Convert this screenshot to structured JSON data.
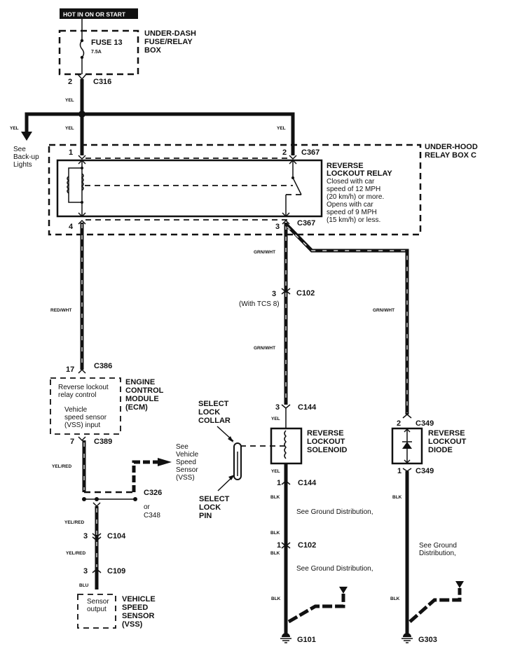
{
  "header": {
    "power_label": "HOT IN ON OR START"
  },
  "components": {
    "fuse_box": {
      "name_lines": [
        "UNDER-DASH",
        "FUSE/RELAY",
        "BOX"
      ],
      "fuse_name": "FUSE 13",
      "fuse_rating": "7.5A"
    },
    "relay_box": {
      "name_lines": [
        "UNDER-HOOD",
        "RELAY BOX C"
      ]
    },
    "relay": {
      "name_lines": [
        "REVERSE",
        "LOCKOUT RELAY"
      ],
      "description_lines": [
        "Closed with car",
        "speed of 12 MPH",
        "(20 km/h) or more.",
        "Opens with car",
        "speed of 9 MPH",
        "(15 km/h) or less."
      ]
    },
    "ecm": {
      "name_lines": [
        "ENGINE",
        "CONTROL",
        "MODULE",
        "(ECM)"
      ],
      "inner_lines_1": [
        "Reverse lockout",
        "relay control"
      ],
      "inner_lines_2": [
        "Vehicle",
        "speed sensor",
        "(VSS) input"
      ]
    },
    "solenoid": {
      "name_lines": [
        "REVERSE",
        "LOCKOUT",
        "SOLENOID"
      ]
    },
    "diode": {
      "name_lines": [
        "REVERSE",
        "LOCKOUT",
        "DIODE"
      ]
    },
    "vss": {
      "name_lines": [
        "VEHICLE",
        "SPEED",
        "SENSOR",
        "(VSS)"
      ],
      "inner_lines": [
        "Sensor",
        "output"
      ]
    },
    "lock_collar": {
      "name_lines": [
        "SELECT",
        "LOCK",
        "COLLAR"
      ]
    },
    "lock_pin": {
      "name_lines": [
        "SELECT",
        "LOCK",
        "PIN"
      ]
    }
  },
  "references": {
    "backup_lights": [
      "See",
      "Back-up",
      "Lights"
    ],
    "vss_ref": [
      "See",
      "Vehicle",
      "Speed",
      "Sensor",
      "(VSS)"
    ],
    "ground_dist_1": "See Ground Distribution,",
    "ground_dist_2": "See Ground Distribution,",
    "ground_dist_3": [
      "See Ground",
      "Distribution,"
    ]
  },
  "connectors": {
    "c316": {
      "id": "C316",
      "pin": "2"
    },
    "c367_1": {
      "id": "C367",
      "pin": "1"
    },
    "c367_2": {
      "id": "C367",
      "pin": "2"
    },
    "c367_3": {
      "id": "C367",
      "pin": "3"
    },
    "c367_4": {
      "pin": "4"
    },
    "c102_a": {
      "id": "C102",
      "pin": "3",
      "note": "(With TCS 8)"
    },
    "c386": {
      "id": "C386",
      "pin": "17"
    },
    "c389": {
      "id": "C389",
      "pin": "7"
    },
    "c326": {
      "id": "C326",
      "alt": [
        "or",
        "C348"
      ]
    },
    "c104": {
      "id": "C104",
      "pin": "3"
    },
    "c109": {
      "id": "C109",
      "pin": "3"
    },
    "c144_a": {
      "id": "C144",
      "pin": "3"
    },
    "c144_b": {
      "id": "C144",
      "pin": "1"
    },
    "c102_b": {
      "id": "C102",
      "pin": "1"
    },
    "c349_a": {
      "id": "C349",
      "pin": "2"
    },
    "c349_b": {
      "id": "C349",
      "pin": "1"
    }
  },
  "grounds": {
    "g101": "G101",
    "g303": "G303"
  },
  "wire_colors": {
    "yel": "YEL",
    "grn_wht": "GRN/WHT",
    "red_wht": "RED/WHT",
    "yel_red": "YEL/RED",
    "blu": "BLU",
    "blk": "BLK"
  }
}
